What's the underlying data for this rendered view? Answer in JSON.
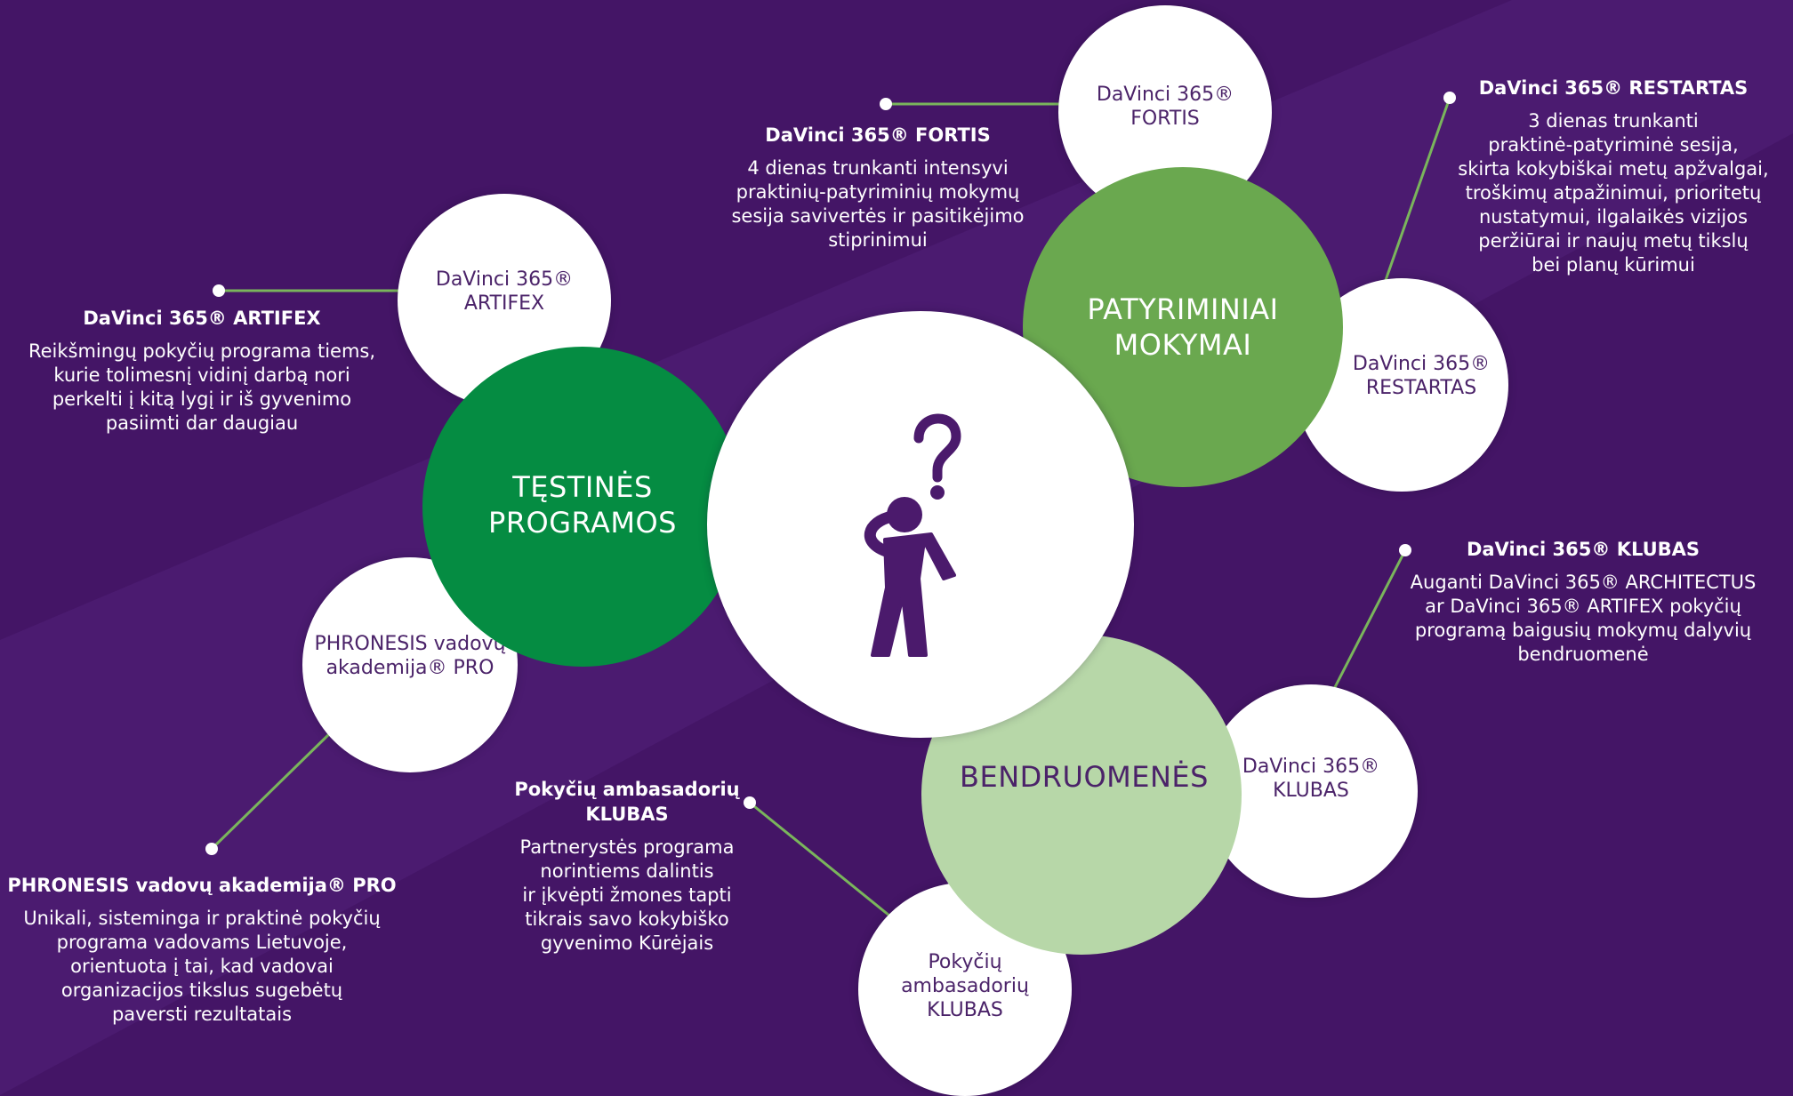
{
  "colors": {
    "background": "#441566",
    "background_stripe": "#5a2784",
    "green_dark": "#058c42",
    "green_mid": "#6aa84f",
    "green_light": "#b7d7a8",
    "white": "#ffffff",
    "purple_text": "#4b2369",
    "connector": "#7ab55c"
  },
  "center": {
    "icon": "confused-person-question-mark-icon"
  },
  "hubs": [
    {
      "id": "testines",
      "label": "TĘSTINĖS\nPROGRAMOS",
      "color": "#058c42",
      "text_color": "#ffffff"
    },
    {
      "id": "patyriminiai",
      "label": "PATYRIMINIAI\nMOKYMAI",
      "color": "#6aa84f",
      "text_color": "#ffffff"
    },
    {
      "id": "bendruomenes",
      "label": "BENDRUOMENĖS",
      "color": "#b7d7a8",
      "text_color": "#4b2369"
    }
  ],
  "satellites": [
    {
      "id": "artifex",
      "label": "DaVinci 365®\nARTIFEX"
    },
    {
      "id": "phronesis",
      "label": "PHRONESIS vadovų\nakademija® PRO"
    },
    {
      "id": "fortis",
      "label": "DaVinci 365®\nFORTIS"
    },
    {
      "id": "restartas",
      "label": "DaVinci 365®\nRESTARTAS"
    },
    {
      "id": "klubas",
      "label": "DaVinci 365®\nKLUBAS"
    },
    {
      "id": "ambasadoriu",
      "label": "Pokyčių\nambasadorių\nKLUBAS"
    }
  ],
  "descriptions": [
    {
      "id": "artifex",
      "title": "DaVinci 365® ARTIFEX",
      "body": "Reikšmingų pokyčių programa tiems,\nkurie tolimesnį vidinį darbą nori\nperkelti į kitą lygį ir iš gyvenimo\npasiimti dar daugiau"
    },
    {
      "id": "phronesis",
      "title": "PHRONESIS vadovų akademija® PRO",
      "body": "Unikali, sisteminga ir praktinė pokyčių\nprograma vadovams Lietuvoje,\norientuota į tai, kad vadovai\norganizacijos tikslus sugebėtų\npaversti rezultatais"
    },
    {
      "id": "fortis",
      "title": "DaVinci 365® FORTIS",
      "body": "4 dienas trunkanti intensyvi\npraktinių-patyriminių mokymų\nsesija savivertės ir pasitikėjimo\nstiprinimui"
    },
    {
      "id": "restartas",
      "title": "DaVinci 365® RESTARTAS",
      "body": "3 dienas trunkanti\npraktinė-patyriminė sesija,\nskirta kokybiškai metų apžvalgai,\ntroškimų atpažinimui, prioritetų\nnustatymui, ilgalaikės vizijos\nperžiūrai ir naujų metų tikslų\nbei planų kūrimui"
    },
    {
      "id": "klubas",
      "title": "DaVinci 365® KLUBAS",
      "body": "Auganti DaVinci 365® ARCHITECTUS\nar DaVinci 365® ARTIFEX pokyčių\nprogramą baigusių mokymų dalyvių\nbendruomenė"
    },
    {
      "id": "ambasadoriu",
      "title": "Pokyčių ambasadorių\nKLUBAS",
      "body": "Partnerystės programa\nnorintiems dalintis\nir įkvėpti žmones tapti\ntikrais savo kokybiško\ngyvenimo Kūrėjais"
    }
  ]
}
